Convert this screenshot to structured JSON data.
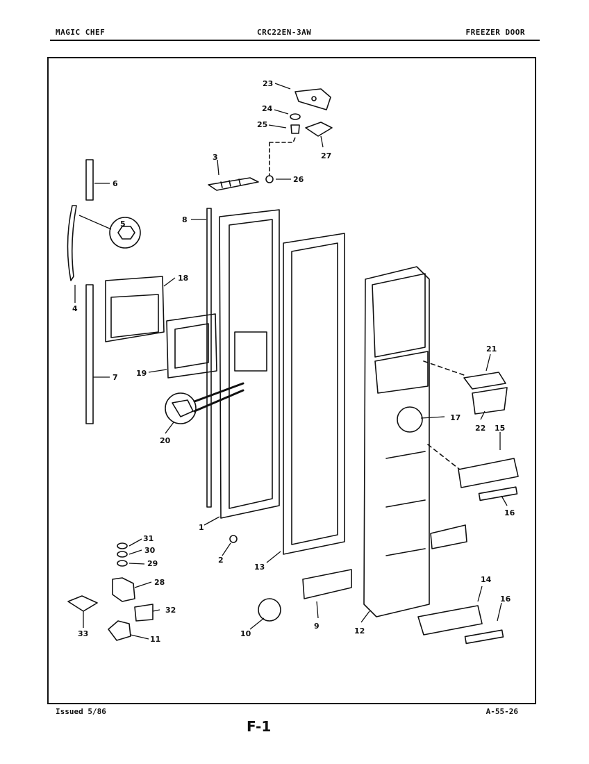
{
  "header": {
    "left": "MAGIC CHEF",
    "center": "CRC22EN-3AW",
    "right": "FREEZER DOOR"
  },
  "footer": {
    "issued": "Issued 5/86",
    "doc_code": "A-55-26",
    "page": "F-1"
  },
  "callouts": {
    "p1": "1",
    "p2": "2",
    "p3": "3",
    "p4": "4",
    "p5": "5",
    "p6": "6",
    "p7": "7",
    "p8": "8",
    "p9": "9",
    "p10": "10",
    "p11": "11",
    "p12": "12",
    "p13": "13",
    "p14": "14",
    "p15": "15",
    "p16a": "16",
    "p16b": "16",
    "p17": "17",
    "p18": "18",
    "p19": "19",
    "p20": "20",
    "p21": "21",
    "p22": "22",
    "p23": "23",
    "p24": "24",
    "p25": "25",
    "p26": "26",
    "p27": "27",
    "p28": "28",
    "p29": "29",
    "p30": "30",
    "p31": "31",
    "p32": "32",
    "p33": "33"
  }
}
